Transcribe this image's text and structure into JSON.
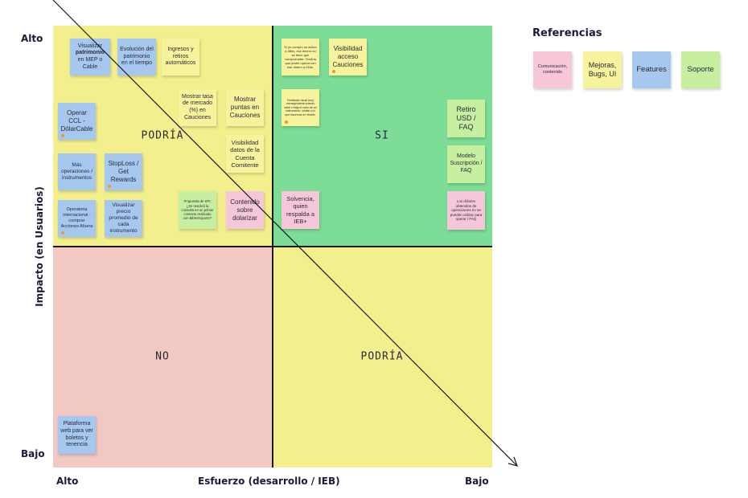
{
  "quadrants": {
    "top_left": "PODRÍA",
    "top_right": "SI",
    "bottom_left": "NO",
    "bottom_right": "PODRÍA"
  },
  "axes": {
    "y_title": "Impacto (en Usuarios)",
    "y_high": "Alto",
    "y_low": "Bajo",
    "x_title": "Esfuerzo (desarrollo / IEB)",
    "x_high": "Alto",
    "x_low": "Bajo"
  },
  "legend": {
    "title": "Referencias",
    "items": [
      {
        "label": "Comunicación, contenido",
        "color": "#f6c7d8"
      },
      {
        "label": "Mejoras, Bugs, UI",
        "color": "#f7f29c"
      },
      {
        "label": "Features",
        "color": "#a7c8ee"
      },
      {
        "label": "Soporte",
        "color": "#c6f0a0"
      }
    ]
  },
  "notes": {
    "patrimonio_mep_pre": "Visualizar",
    "patrimonio_mep_bold": "patrimonio",
    "patrimonio_mep_post": "en MEP o Cable",
    "evolucion_patrimonio": "Evolución del patrimonio en el tiempo",
    "ingresos_retiros": "Ingresos y retiros automáticos",
    "tasa_mercado": "Mostrar tasa de mercado (%) en Cauciones",
    "puntas_cauciones": "Mostrar puntas en Cauciones",
    "datos_cuenta_comitente": "Visibilidad datos de la Cuenta Comitente",
    "contenido_dolarizar": "Contenido sobre dolarizar",
    "propuesta_kpi": "Propuesta de KPI: ¿Se resolvió la consulta en un primer contacto realizado con Bible/Soporte?",
    "operar_ccl": "Operar CCL - DólarCable",
    "mas_operaciones": "Más operaciones / instrumentos",
    "stoploss": "StopLoss / Get Rewards",
    "operatoria_internacional": "Operatoria internacional - comprar Acciones Afuera",
    "precio_promedio": "Visualizar precio promedio de cada instrumento",
    "compra_activo": "Si yo compro un activo a 48hs, ese dinero no se tiene que comprometer. Tendría que poder operar con ese dinero a 24hs.",
    "acceso_cauciones": "Visibilidad acceso Cauciones",
    "feedback_visual": "Feedback visual (ms) mensaje/alerta cuando sube o baja el valor de un instrumento, similar a lo que hacemos en Vestilo.",
    "retiro_usd": "Retiro USD / FAQ",
    "modelo_suscripcion": "Modelo Suscripción / FAQ",
    "solvencia": "Solvencia, quien respalda a IEB+",
    "dolares_obtenidos": "Los dólares obtenidos de operaciones no se pueden utilizar para operar / FAQ",
    "plataforma_web": "Plataforma web para ver boletos y tenencia"
  }
}
